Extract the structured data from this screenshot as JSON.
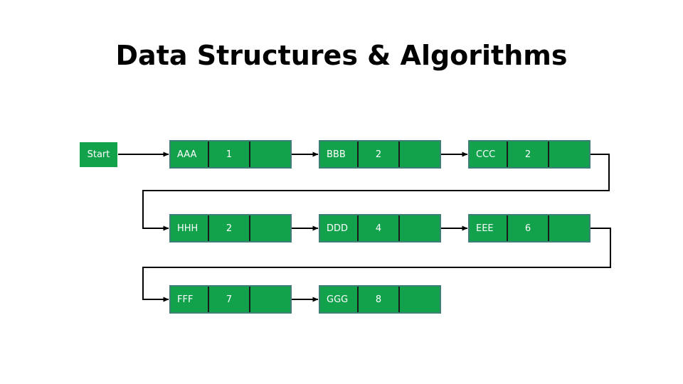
{
  "slide": {
    "title": "Data Structures & Algorithms",
    "background_color": "#FFFFFF",
    "title_color": "#000000"
  },
  "theme": {
    "node_fill": "#12A24C",
    "node_border": "#3F7F77",
    "cell_divider": "#1A1A1A",
    "connector_color": "#000000",
    "label_color": "#FFFFFF"
  },
  "diagram": {
    "type": "linked-list",
    "start_label": "Start",
    "rows": [
      {
        "row_index": 0,
        "nodes": [
          {
            "name": "AAA",
            "value": "1",
            "has_next_arrow": true
          },
          {
            "name": "BBB",
            "value": "2",
            "has_next_arrow": true
          },
          {
            "name": "CCC",
            "value": "2",
            "has_next_arrow": false
          }
        ]
      },
      {
        "row_index": 1,
        "nodes": [
          {
            "name": "HHH",
            "value": "2",
            "has_next_arrow": true
          },
          {
            "name": "DDD",
            "value": "4",
            "has_next_arrow": true
          },
          {
            "name": "EEE",
            "value": "6",
            "has_next_arrow": false
          }
        ]
      },
      {
        "row_index": 2,
        "nodes": [
          {
            "name": "FFF",
            "value": "7",
            "has_next_arrow": true
          },
          {
            "name": "GGG",
            "value": "8",
            "has_next_arrow": false
          }
        ]
      }
    ],
    "sequence": [
      "Start",
      "AAA",
      "BBB",
      "CCC",
      "HHH",
      "DDD",
      "EEE",
      "FFF",
      "GGG"
    ],
    "wrap_connectors": [
      {
        "from": "CCC",
        "to": "HHH"
      },
      {
        "from": "EEE",
        "to": "FFF"
      }
    ]
  }
}
